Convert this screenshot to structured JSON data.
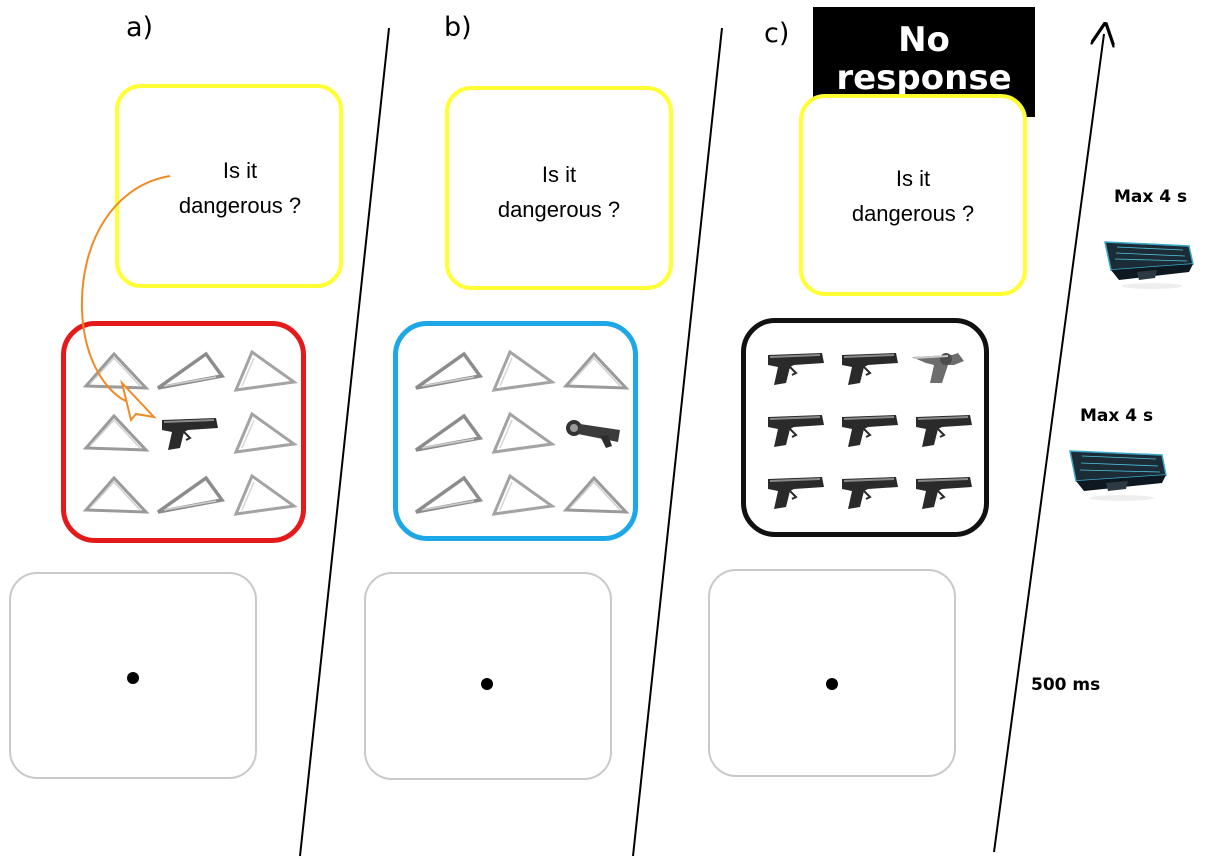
{
  "panels": [
    {
      "label": "a)",
      "question": "Is it\ndangerous ?",
      "frame_color": "#e41a1a",
      "fixation_symbol": "•",
      "stimuli": [
        "ruler-triangle-icon",
        "ruler-triangle-icon",
        "ruler-triangle-icon",
        "ruler-triangle-icon",
        "pistol-icon",
        "ruler-triangle-icon",
        "ruler-triangle-icon",
        "ruler-triangle-icon",
        "ruler-triangle-icon"
      ]
    },
    {
      "label": "b)",
      "question": "Is it\ndangerous ?",
      "frame_color": "#1ea7e6",
      "fixation_symbol": "•",
      "stimuli": [
        "ruler-triangle-icon",
        "ruler-triangle-icon",
        "ruler-triangle-icon",
        "ruler-triangle-icon",
        "ruler-triangle-icon",
        "flashlight-icon",
        "ruler-triangle-icon",
        "ruler-triangle-icon",
        "ruler-triangle-icon"
      ]
    },
    {
      "label": "c)",
      "question": "Is it\ndangerous ?",
      "frame_color": "#111111",
      "fixation_symbol": "•",
      "stimuli": [
        "pistol-icon",
        "pistol-icon",
        "revolver-icon",
        "pistol-icon",
        "pistol-icon",
        "pistol-icon",
        "pistol-icon",
        "pistol-icon",
        "pistol-icon"
      ]
    }
  ],
  "no_response": "No\nresponse",
  "timeline": {
    "question_duration": "Max 4 s",
    "search_duration": "Max 4 s",
    "fixation_duration": "500 ms"
  },
  "colors": {
    "question_frame": "#ffff33",
    "fixation_frame": "#c9c9c9",
    "arrow": "#f08a24"
  },
  "icons": {
    "keyboard": "keyboard-icon",
    "time_arrow": "time-arrow-icon"
  }
}
